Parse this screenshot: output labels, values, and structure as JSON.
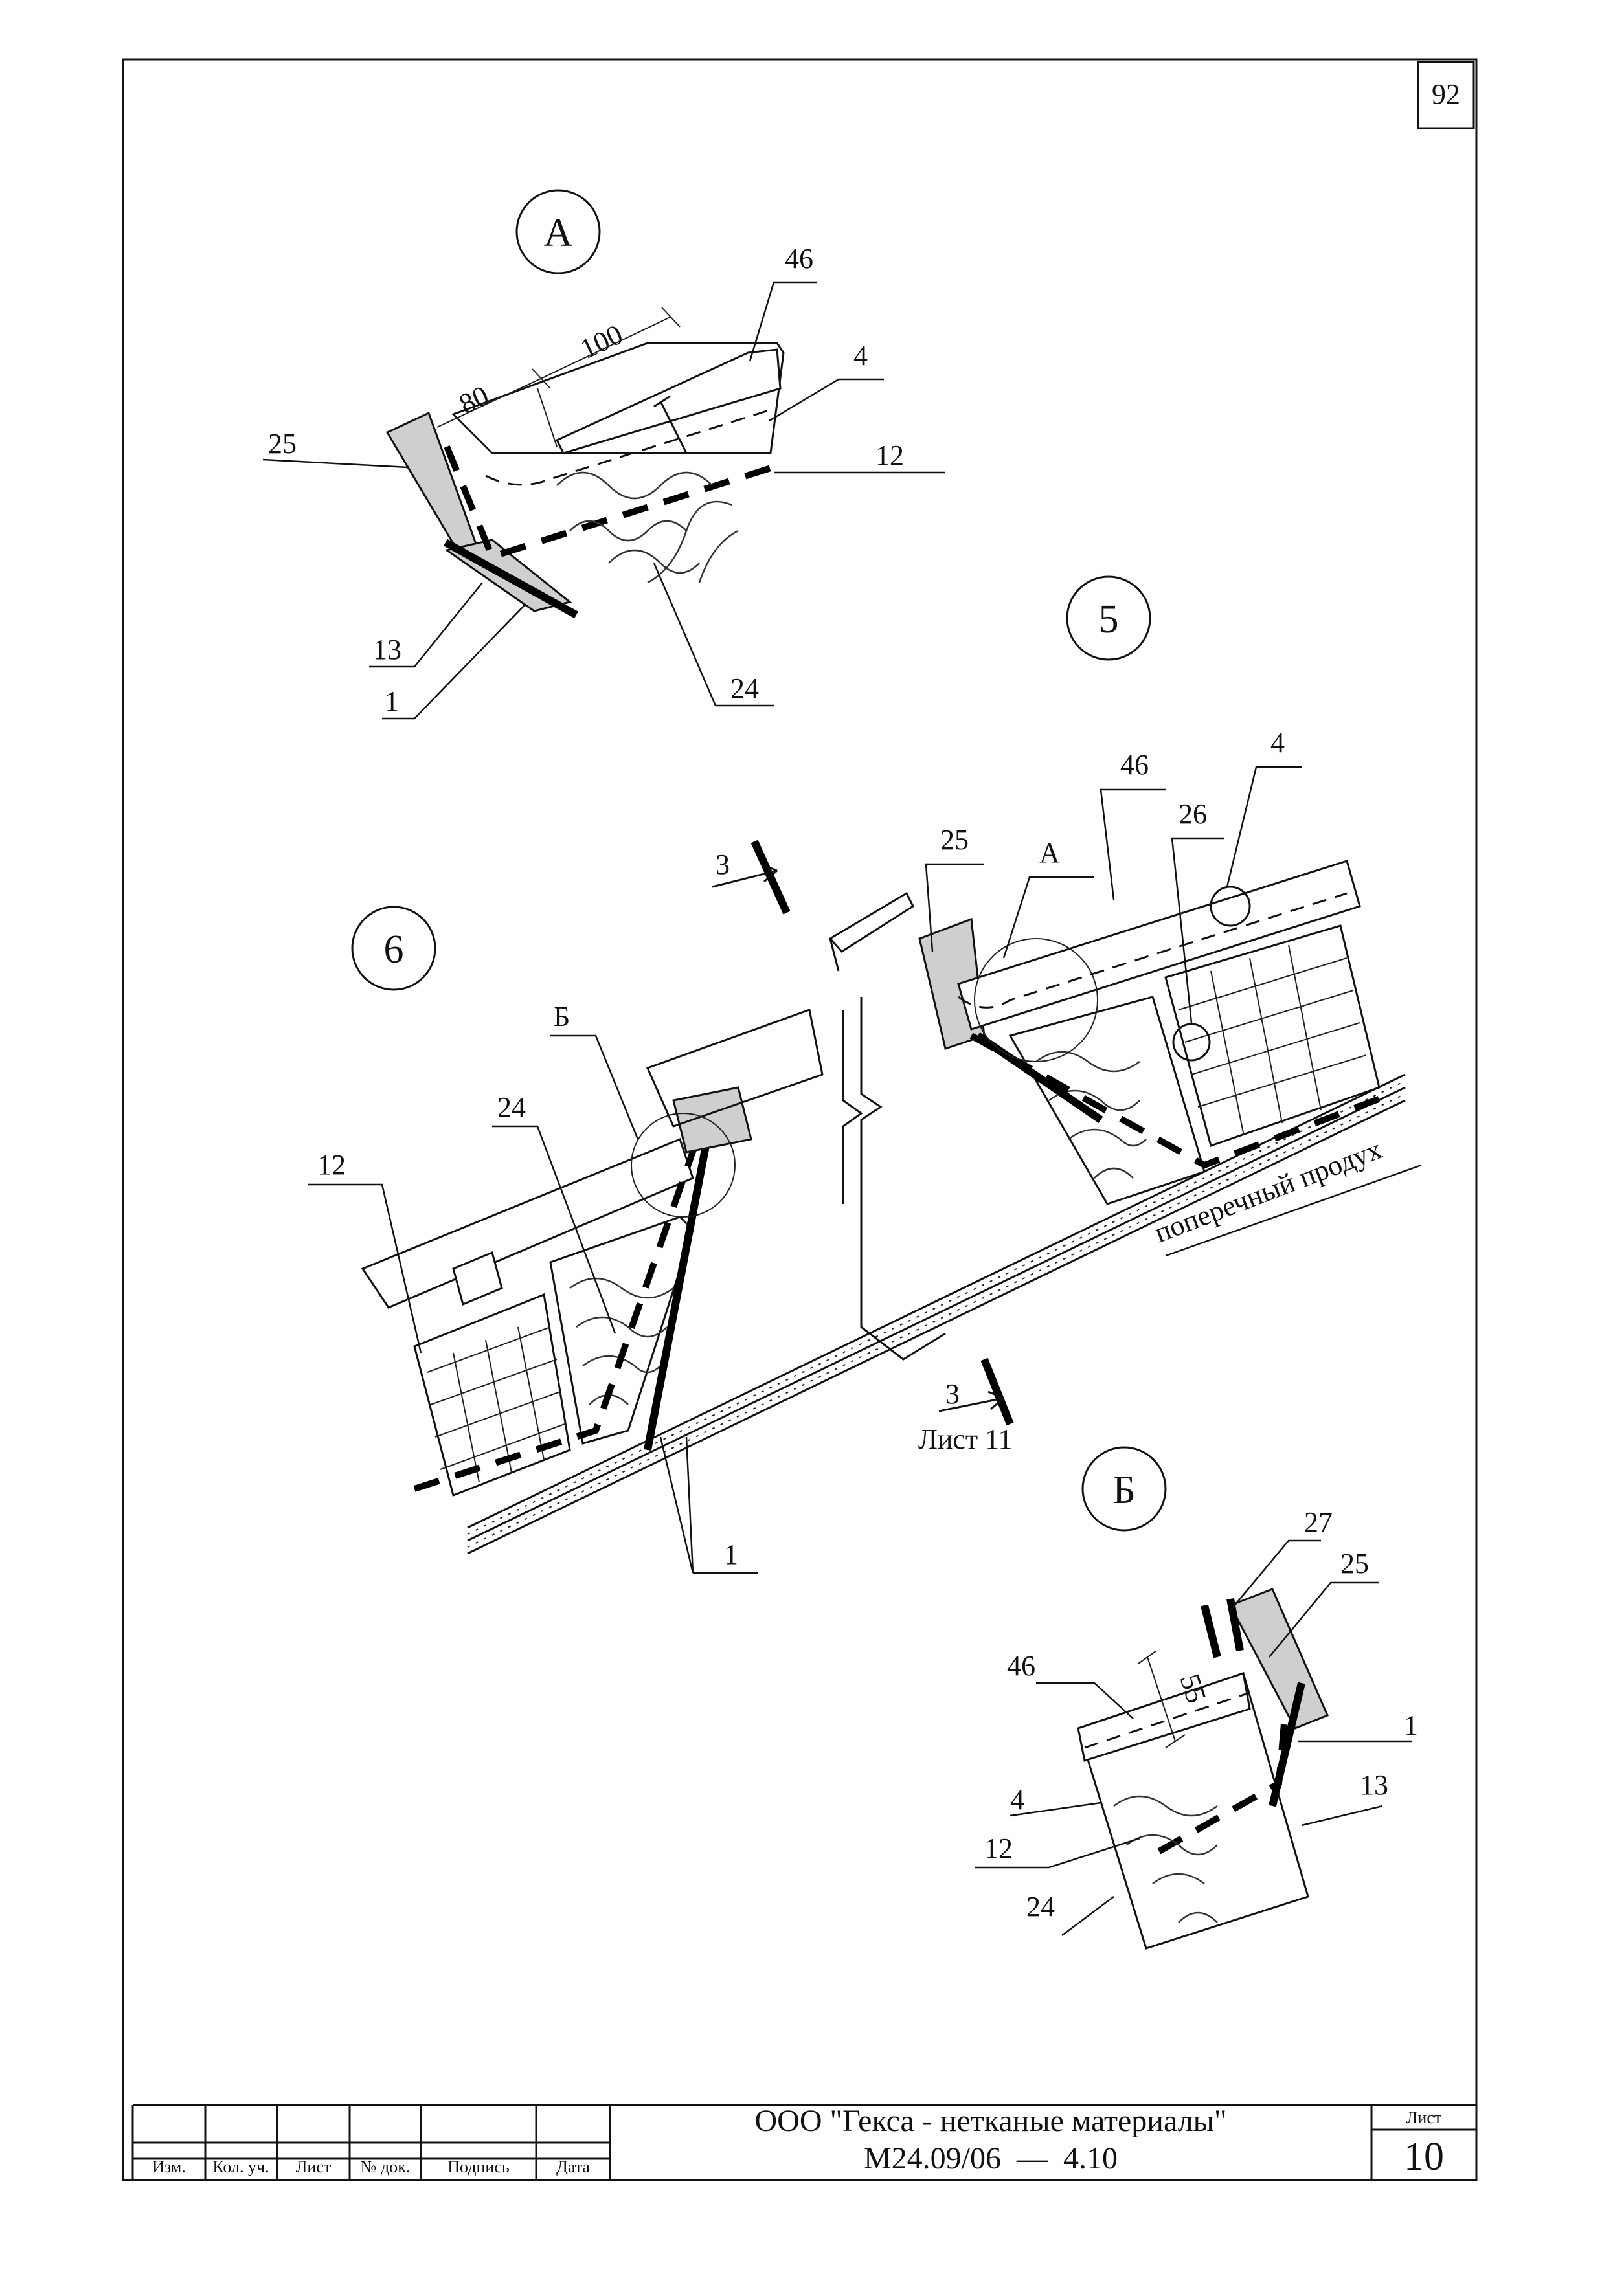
{
  "sheet_number": "92",
  "details": {
    "A": {
      "title": "А",
      "dims": [
        "100",
        "80"
      ],
      "callouts": [
        "46",
        "4",
        "25",
        "12",
        "13",
        "1",
        "24"
      ]
    },
    "B": {
      "title": "Б",
      "dims": [
        "55"
      ],
      "callouts": [
        "27",
        "25",
        "46",
        "1",
        "4",
        "13",
        "12",
        "24"
      ]
    }
  },
  "main": {
    "marks": [
      "5",
      "6"
    ],
    "callouts_right": [
      "46",
      "4",
      "25",
      "26",
      "А"
    ],
    "callouts_left": [
      "Б",
      "24",
      "12",
      "1"
    ],
    "section_mark": "3",
    "sheet_ref": "Лист 11",
    "vent_label": "поперечный продух"
  },
  "title_block": {
    "columns": [
      "Изм.",
      "Кол. уч.",
      "Лист",
      "№ док.",
      "Подпись",
      "Дата"
    ],
    "org": "ООО \"Гекса - нетканые материалы\"",
    "code": "М24.09/06  —  4.10",
    "sheet_label": "Лист",
    "sheet_value": "10"
  }
}
